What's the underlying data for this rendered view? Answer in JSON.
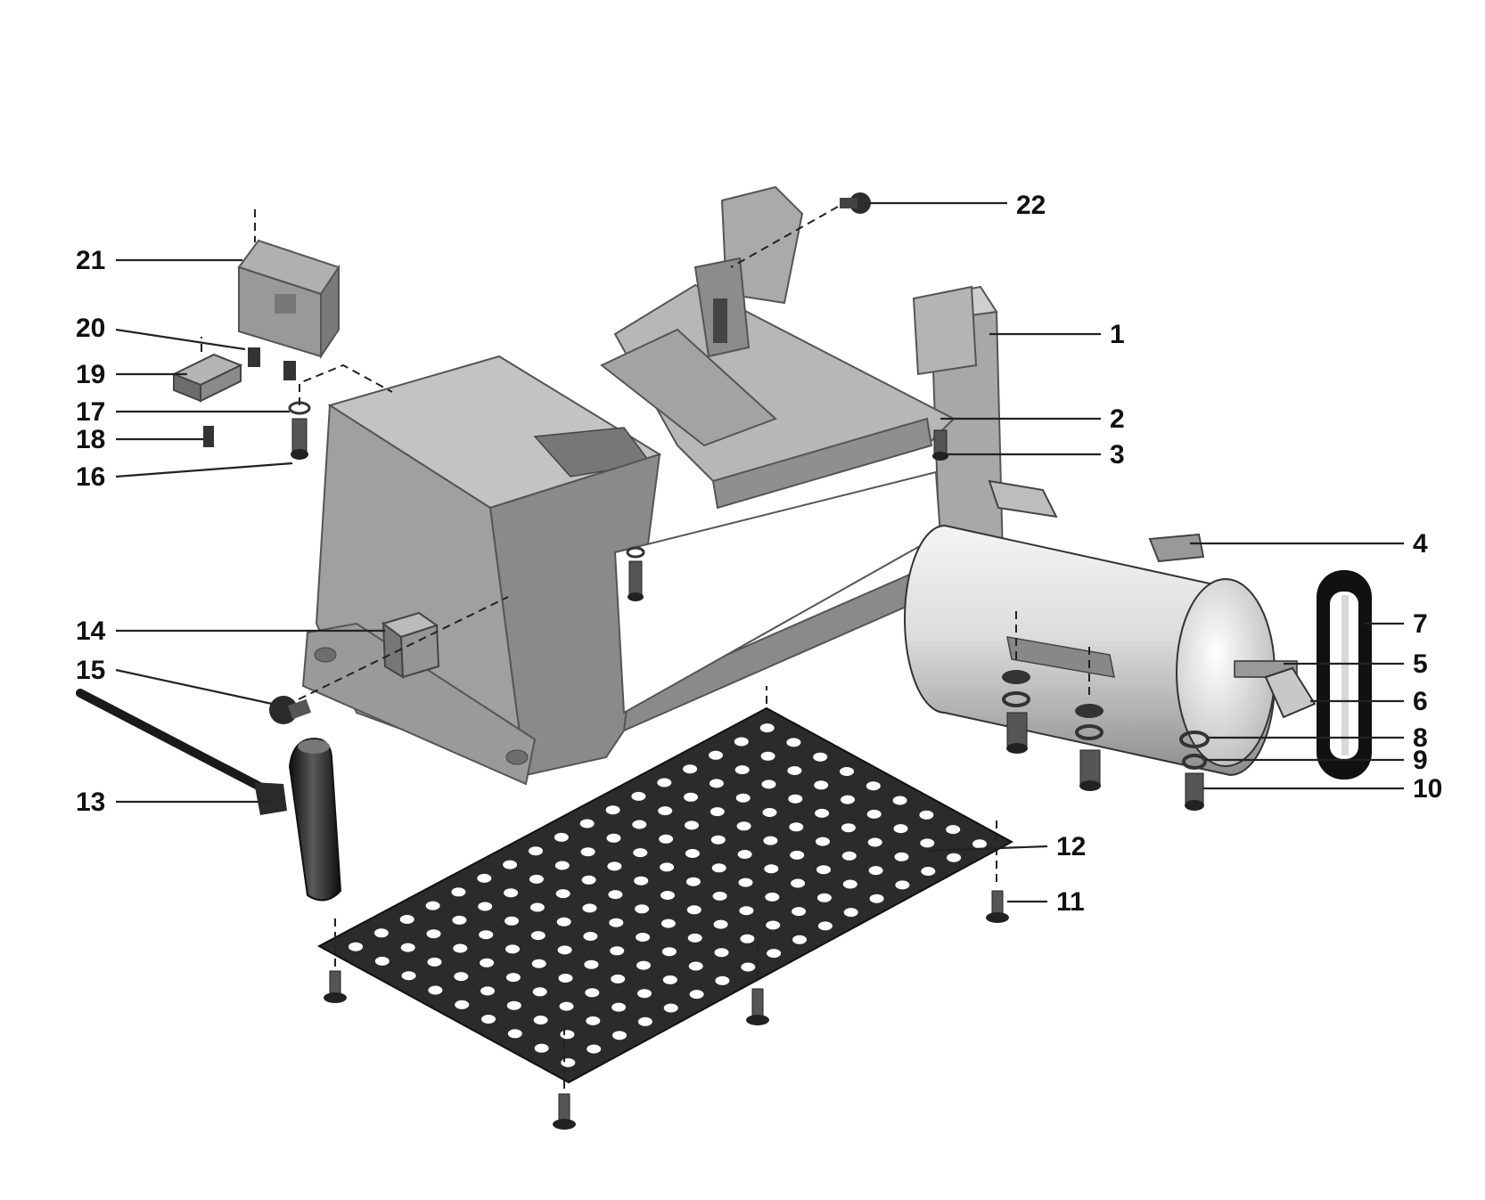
{
  "diagram": {
    "callouts": [
      {
        "id": "1",
        "label": "1"
      },
      {
        "id": "2",
        "label": "2"
      },
      {
        "id": "3",
        "label": "3"
      },
      {
        "id": "4",
        "label": "4"
      },
      {
        "id": "5",
        "label": "5"
      },
      {
        "id": "6",
        "label": "6"
      },
      {
        "id": "7",
        "label": "7"
      },
      {
        "id": "8",
        "label": "8"
      },
      {
        "id": "9",
        "label": "9"
      },
      {
        "id": "10",
        "label": "10"
      },
      {
        "id": "11",
        "label": "11"
      },
      {
        "id": "12",
        "label": "12"
      },
      {
        "id": "13",
        "label": "13"
      },
      {
        "id": "14",
        "label": "14"
      },
      {
        "id": "15",
        "label": "15"
      },
      {
        "id": "16",
        "label": "16"
      },
      {
        "id": "17",
        "label": "17"
      },
      {
        "id": "18",
        "label": "18"
      },
      {
        "id": "19",
        "label": "19"
      },
      {
        "id": "20",
        "label": "20"
      },
      {
        "id": "21",
        "label": "21"
      },
      {
        "id": "22",
        "label": "22"
      }
    ],
    "colors": {
      "frame_light": "#bdbdbd",
      "frame_mid": "#9a9a9a",
      "frame_dark": "#6e6e6e",
      "plate": "#2b2b2b",
      "handle": "#1a1a1a",
      "leader": "#222222"
    }
  }
}
